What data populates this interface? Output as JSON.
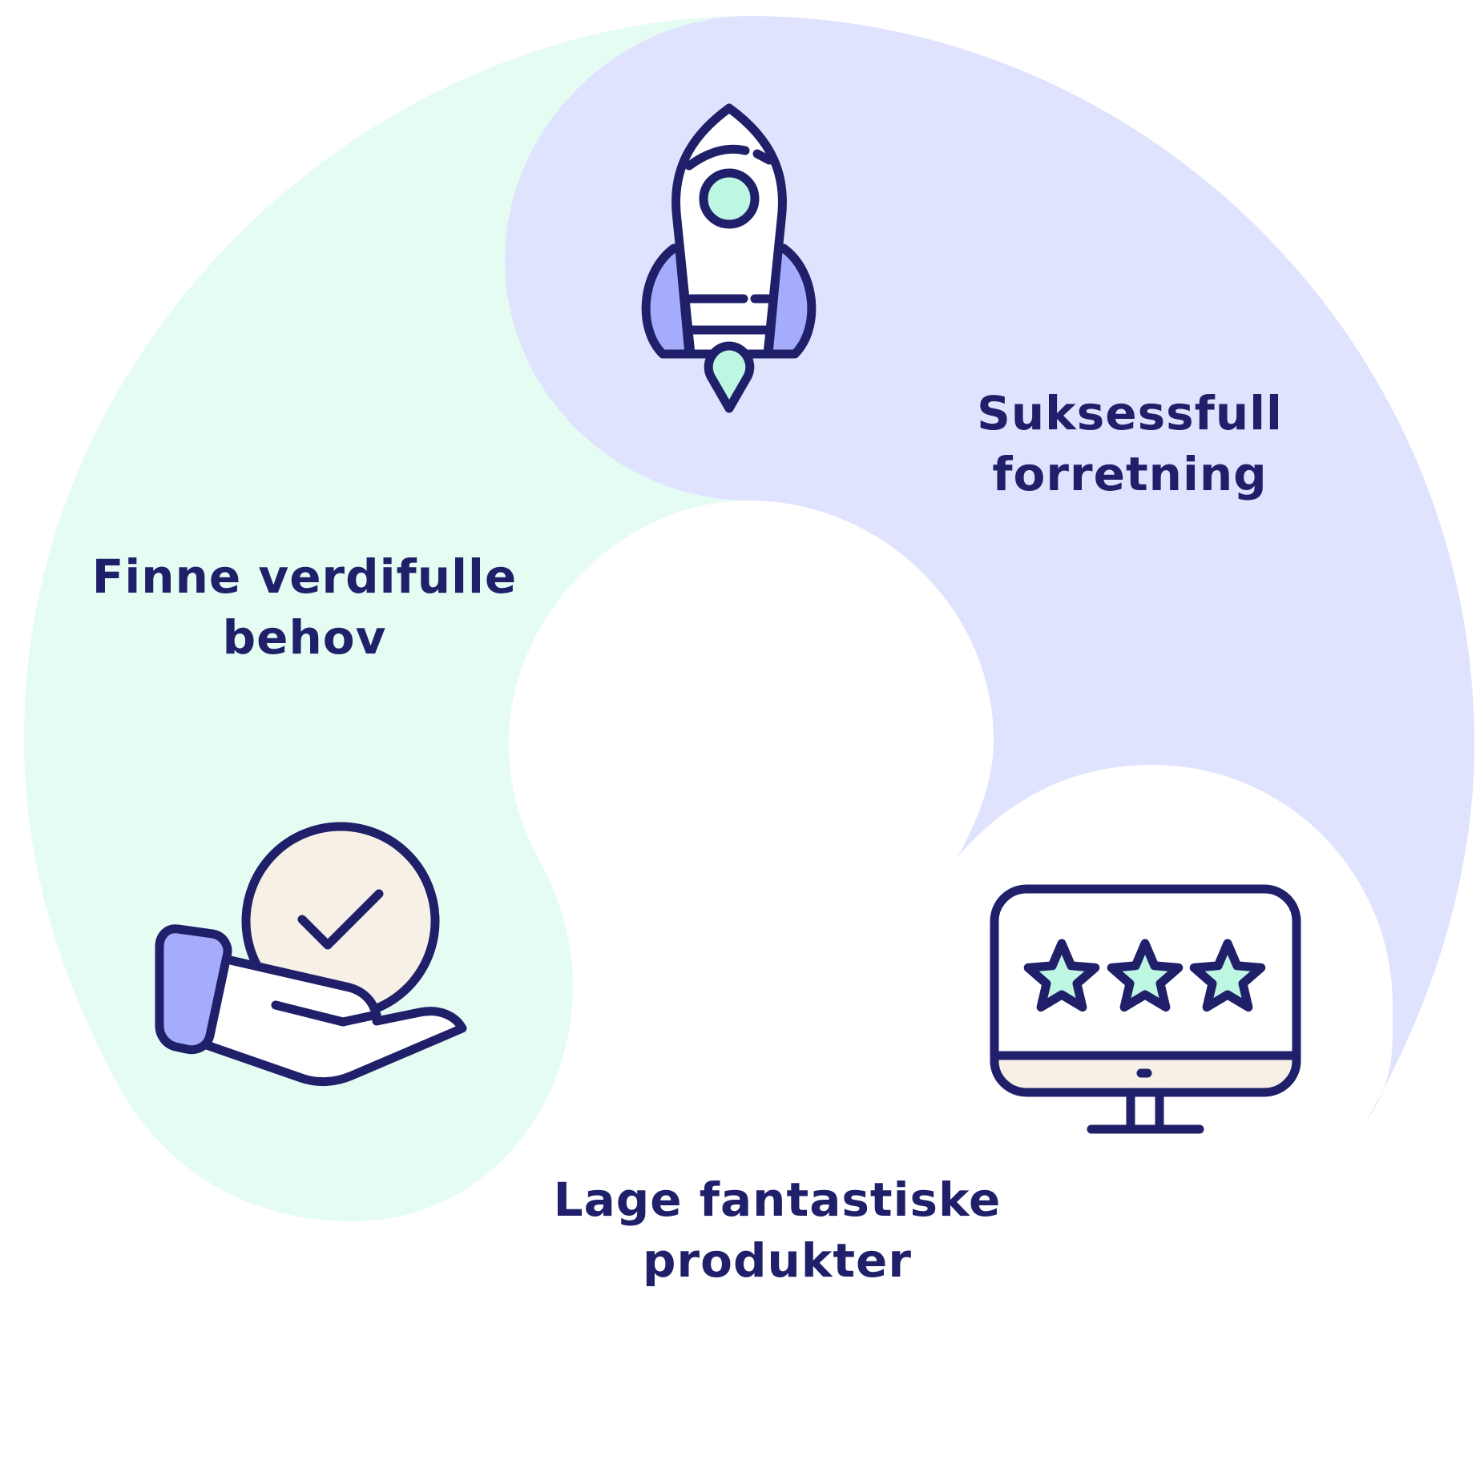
{
  "colors": {
    "mint_region": "#e5fcf3",
    "lavender_region": "#e0e3fd",
    "ink": "#201f6a",
    "mint_fill": "#bdf7e1",
    "lavender_fill": "#a5acfc",
    "cream_fill": "#f6f0e6",
    "white": "#ffffff"
  },
  "stages": [
    {
      "id": "business",
      "line1": "Suksessfull",
      "line2": "forretning",
      "icon": "rocket-icon"
    },
    {
      "id": "needs",
      "line1": "Finne verdifulle",
      "line2": "behov",
      "icon": "hand-checkmark-icon"
    },
    {
      "id": "products",
      "line1": "Lage fantastiske",
      "line2": "produkter",
      "icon": "monitor-stars-icon"
    }
  ],
  "rating_star_count": 3
}
